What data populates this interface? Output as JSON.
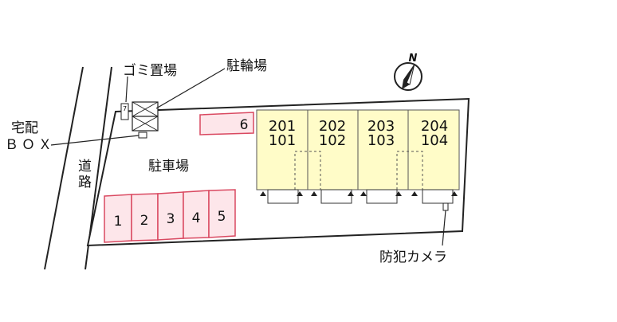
{
  "labels": {
    "garbage": "ゴミ置場",
    "bicycle": "駐輪場",
    "delivery_line1": "宅配",
    "delivery_line2": "ＢＯＸ",
    "road": "道路",
    "parking": "駐車場",
    "camera": "防犯カメラ",
    "north": "N",
    "mailbox_mark": "7"
  },
  "parking_spaces": [
    "1",
    "2",
    "3",
    "4",
    "5",
    "6"
  ],
  "units": [
    {
      "upper": "201",
      "lower": "101"
    },
    {
      "upper": "202",
      "lower": "102"
    },
    {
      "upper": "203",
      "lower": "103"
    },
    {
      "upper": "204",
      "lower": "104"
    }
  ],
  "colors": {
    "building": "#fffcc8",
    "parking_space": "#fde6ea",
    "parking_border": "#d94860",
    "outline": "#222222"
  }
}
